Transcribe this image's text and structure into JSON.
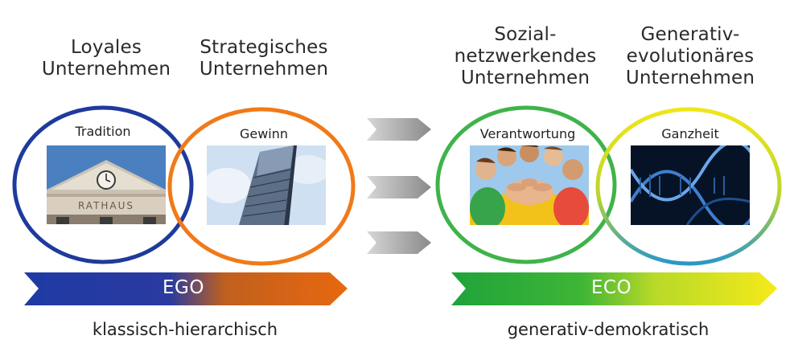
{
  "groups": {
    "loyal": {
      "title_lines": [
        "Loyales",
        "Unternehmen"
      ],
      "label": "Tradition",
      "sign_text": "RATHAUS",
      "color": "#1e3a9c"
    },
    "strategic": {
      "title_lines": [
        "Strategisches",
        "Unternehmen"
      ],
      "label": "Gewinn",
      "color": "#f07a19"
    },
    "social": {
      "title_lines": [
        "Sozial-",
        "netzwerkendes",
        "Unternehmen"
      ],
      "label": "Verantwortung",
      "color": "#3fb34a"
    },
    "generative": {
      "title_lines": [
        "Generativ-",
        "evolutionäres",
        "Unternehmen"
      ],
      "label": "Ganzheit",
      "color": "#e6e21e"
    }
  },
  "bars": {
    "ego": {
      "label": "EGO",
      "caption": "klassisch-hierarchisch",
      "colors": [
        "#1f3aa5",
        "#e8680f"
      ]
    },
    "eco": {
      "label": "ECO",
      "caption": "generativ-demokratisch",
      "colors": [
        "#2aa83f",
        "#f2e81b"
      ]
    }
  },
  "arrows_count": 3,
  "arrow_color": "#9a9a9a"
}
